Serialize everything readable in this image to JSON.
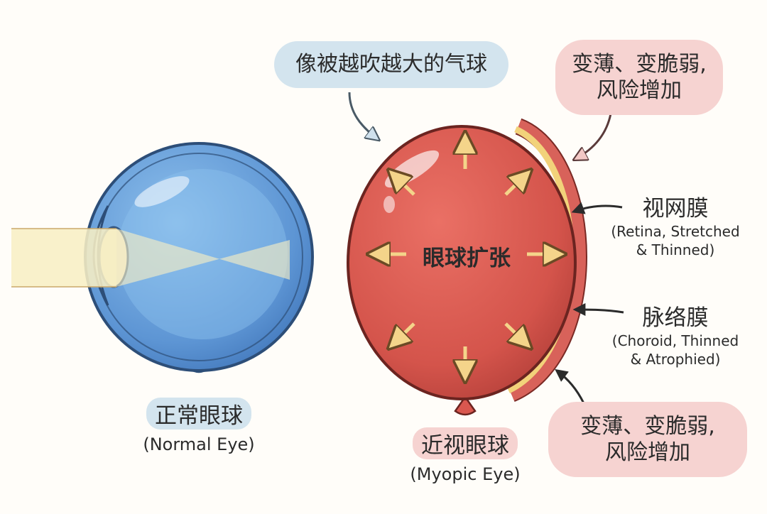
{
  "normal_eye": {
    "title_cn": "正常眼球",
    "title_en": "(Normal Eye)"
  },
  "myopic_eye": {
    "title_cn": "近视眼球",
    "title_en": "(Myopic Eye)",
    "center_label": "眼球扩张"
  },
  "callouts": {
    "balloon": "像被越吹越大的气球",
    "top_right_line1": "变薄、变脆弱,",
    "top_right_line2": "风险增加",
    "bottom_right_line1": "变薄、变脆弱,",
    "bottom_right_line2": "风险增加"
  },
  "labels": {
    "retina_cn": "视网膜",
    "retina_en_line1": "(Retina, Stretched",
    "retina_en_line2": "& Thinned)",
    "choroid_cn": "脉络膜",
    "choroid_en_line1": "(Choroid, Thinned",
    "choroid_en_line2": "& Atrophied)"
  },
  "colors": {
    "normal_blue": "#6fa6dc",
    "myopic_red": "#d9574f",
    "retina_yellow": "#f2d27a",
    "light_beam": "#f8efc4"
  }
}
